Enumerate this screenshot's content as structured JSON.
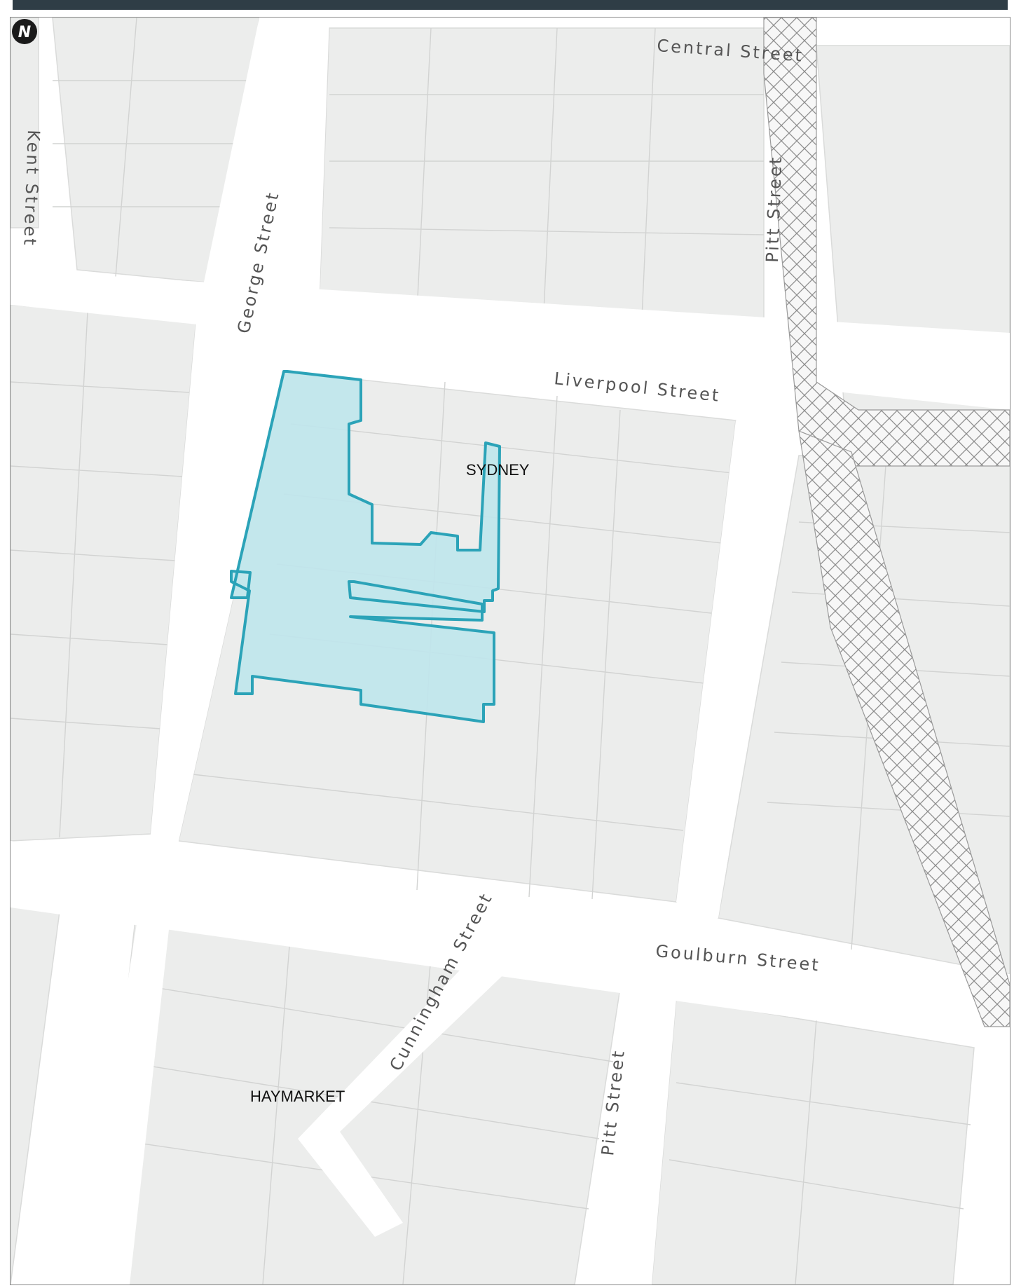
{
  "map": {
    "streets": {
      "central": "Central Street",
      "kent": "Kent Street",
      "george": "George Street",
      "pitt_north": "Pitt Street",
      "liverpool": "Liverpool Street",
      "goulburn": "Goulburn Street",
      "cunningham": "Cunningham Street",
      "pitt_south": "Pitt Street"
    },
    "suburbs": {
      "sydney": "SYDNEY",
      "haymarket": "HAYMARKET"
    },
    "north_arrow": {
      "icon": "north-arrow-icon",
      "letter": "N"
    },
    "colors": {
      "site_fill": "#bfe6ec",
      "site_stroke": "#2ba3b8",
      "block": "#ecedec",
      "road": "#ffffff",
      "rail_hatch": "#8e8e8e",
      "frame": "#2f3d46"
    }
  }
}
